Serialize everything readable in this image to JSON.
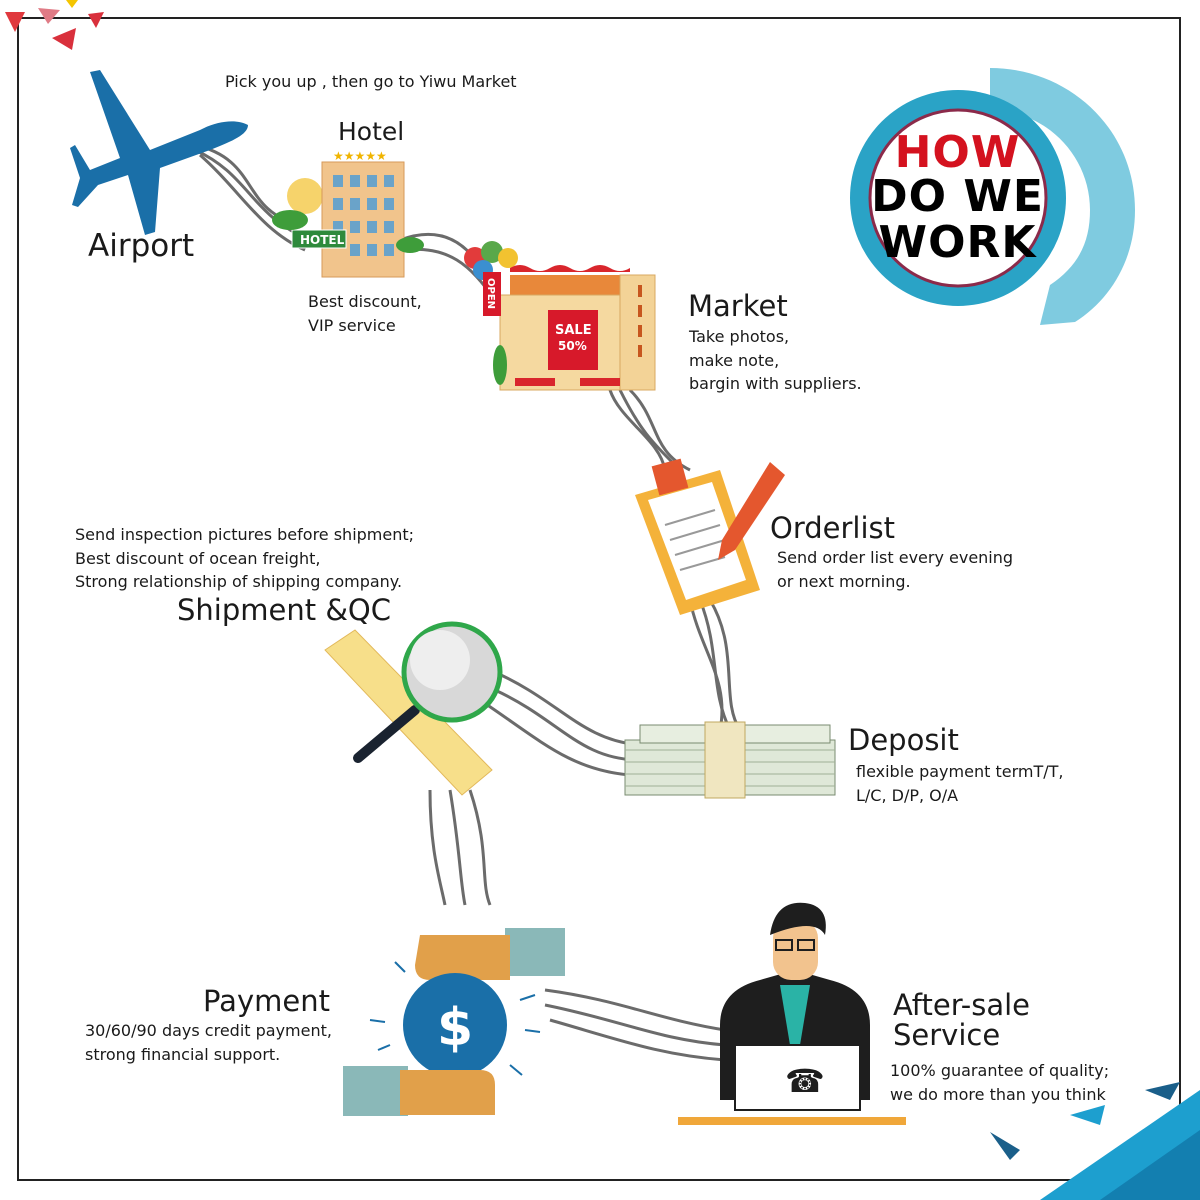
{
  "badge": {
    "line1": "HOW",
    "line2": "DO WE",
    "line3": "WORK",
    "accent": "#d4121f",
    "ring": "#2aa3c6"
  },
  "header_note": "Pick you up , then go to Yiwu Market",
  "steps": {
    "airport": {
      "title": "Airport"
    },
    "hotel": {
      "title": "Hotel",
      "sign": "HOTEL",
      "desc": [
        "Best discount,",
        "VIP service"
      ]
    },
    "market": {
      "title": "Market",
      "sign_open": "OPEN",
      "sale": "SALE",
      "sale_pct": "50%",
      "desc": [
        "Take photos,",
        "make note,",
        "bargin with suppliers."
      ]
    },
    "orderlist": {
      "title": "Orderlist",
      "desc": [
        "Send order list every evening",
        "or next morning."
      ]
    },
    "shipment": {
      "title": "Shipment &QC",
      "desc": [
        "Send inspection pictures before shipment;",
        "Best discount of ocean freight,",
        "Strong relationship of shipping company."
      ]
    },
    "deposit": {
      "title": "Deposit",
      "desc": [
        "flexible payment termT/T,",
        "L/C, D/P, O/A"
      ]
    },
    "payment": {
      "title": "Payment",
      "symbol": "$",
      "desc": [
        "30/60/90 days credit payment,",
        "strong financial support."
      ]
    },
    "aftersale": {
      "title_line1": "After-sale",
      "title_line2": "Service",
      "desc": [
        "100% guarantee of quality;",
        "we do more than you think"
      ]
    }
  },
  "colors": {
    "plane": "#1a6fa8",
    "wire": "#6b6b6b",
    "corner_red": "#d9303c",
    "corner_blue": "#1d9fcf"
  }
}
